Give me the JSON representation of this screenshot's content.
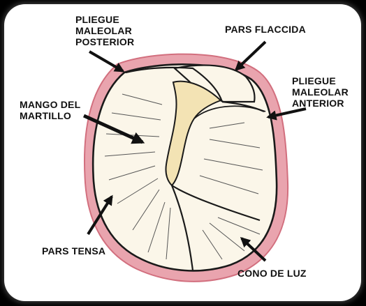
{
  "labels": {
    "pliegue_posterior": [
      "PLIEGUE",
      "MALEOLAR",
      "POSTERIOR"
    ],
    "pars_flaccida": "PARS FLACCIDA",
    "pliegue_anterior": [
      "PLIEGUE",
      "MALEOLAR",
      "ANTERIOR"
    ],
    "mango_martillo": [
      "MANGO DEL",
      "MARTILLO"
    ],
    "pars_tensa": "PARS TENSA",
    "cono_luz": "CONO DE LUZ"
  },
  "colors": {
    "rim": "#e9a4ae",
    "rim_edge": "#d26f7e",
    "membrane": "#fbf6e9",
    "malleus": "#f3e3b4",
    "outline": "#1a1a1a",
    "frame": "#ffffff",
    "background": "#000000"
  }
}
